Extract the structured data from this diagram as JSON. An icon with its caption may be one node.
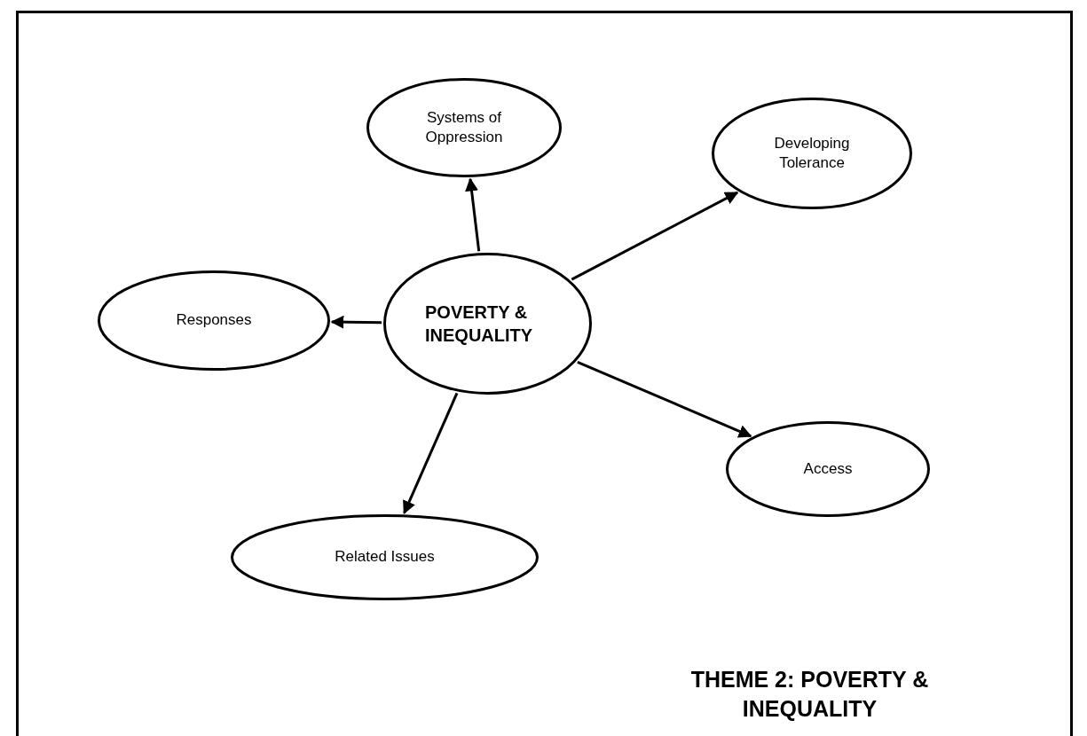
{
  "diagram": {
    "title": "THEME 2: POVERTY & INEQUALITY",
    "nodes": [
      {
        "text": [
          "Systems of Oppression"
        ]
      },
      {
        "text": [
          "Developing Tolerance"
        ]
      },
      {
        "text": [
          "Responses"
        ]
      },
      {
        "text": [
          "POVERTY & INEQUALITY"
        ]
      },
      {
        "text": [
          "Access"
        ]
      },
      {
        "text": [
          "Related Issues"
        ]
      }
    ],
    "edges": [
      {
        "from": 3,
        "to": 0,
        "arrow": "to"
      },
      {
        "from": 3,
        "to": 1,
        "arrow": "to"
      },
      {
        "from": 3,
        "to": 2,
        "arrow": "to"
      },
      {
        "from": 3,
        "to": 4,
        "arrow": "to"
      },
      {
        "from": 3,
        "to": 5,
        "arrow": "to"
      }
    ]
  }
}
